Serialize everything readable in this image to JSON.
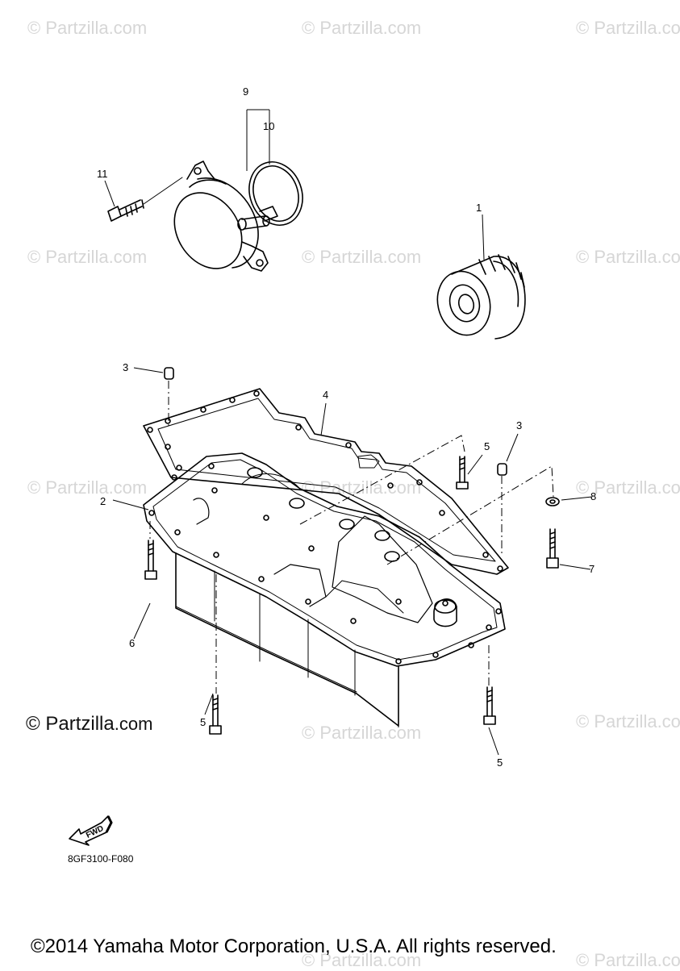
{
  "watermark": "© Partzilla.com",
  "brand": {
    "symbol": "©",
    "name": "Partzilla",
    "suffix": ".com"
  },
  "callouts": {
    "c1": "1",
    "c2": "2",
    "c3a": "3",
    "c3b": "3",
    "c4": "4",
    "c5a": "5",
    "c5b": "5",
    "c5c": "5",
    "c6": "6",
    "c7": "7",
    "c8": "8",
    "c9": "9",
    "c10": "10",
    "c11": "11"
  },
  "fwd_label": "FWD",
  "diagram_code": "8GF3100-F080",
  "copyright": "©2014 Yamaha Motor Corporation, U.S.A. All rights reserved.",
  "colors": {
    "line": "#000000",
    "watermark": "#d6d6d6",
    "background": "#ffffff"
  }
}
